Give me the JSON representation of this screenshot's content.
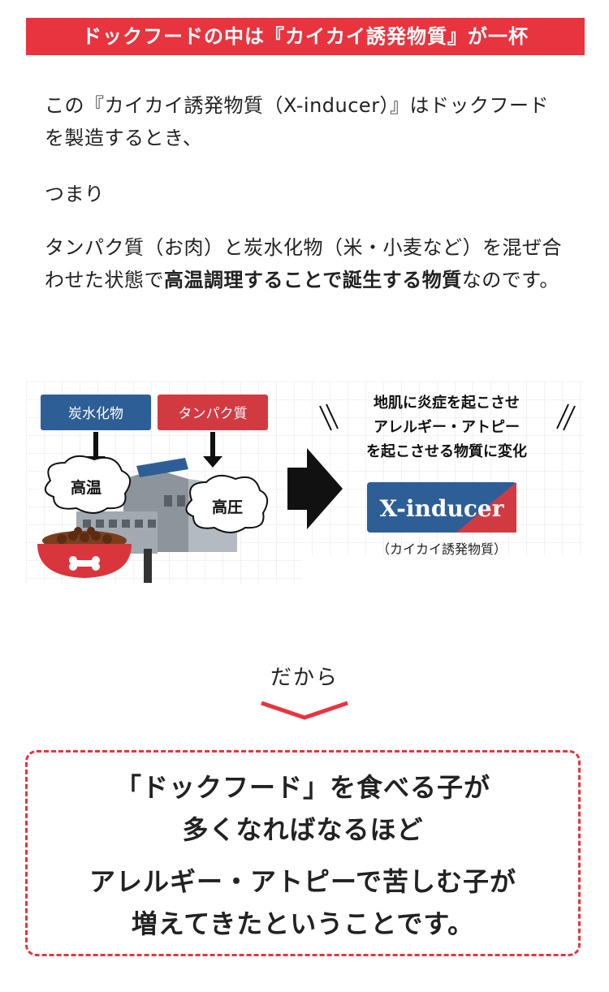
{
  "header": {
    "title": "ドックフードの中は『カイカイ誘発物質』が一杯"
  },
  "intro": {
    "p1": "この『カイカイ誘発物質（X-inducer）』はドックフードを製造するとき、",
    "p2": "つまり",
    "p3_a": "タンパク質（お肉）と炭水化物（米・小麦など）を混ぜ合わせた状態で",
    "p3_b": "高温調理することで誕生する物質",
    "p3_c": "なのです。"
  },
  "diagram": {
    "label_carb": "炭水化物",
    "label_protein": "タンパク質",
    "label_high_temp": "高温",
    "label_high_pressure": "高圧",
    "result_line1": "地肌に炎症を起こさせ",
    "result_line2": "アレルギー・アトピー",
    "result_line3": "を起こさせる物質に変化",
    "badge": "X-inducer",
    "badge_sub": "（カイカイ誘発物質）",
    "colors": {
      "carb": "#2d5f96",
      "protein": "#d23a42",
      "arrow": "#111111",
      "bowl": "#d9353c"
    }
  },
  "dakara": "だから",
  "conclusion": {
    "line1": "「ドックフード」を食べる子が",
    "line2": "多くなればなるほど",
    "line3": "アレルギー・アトピーで苦しむ子が",
    "line4": "増えてきたということです。"
  },
  "colors": {
    "accent": "#e8343e"
  }
}
